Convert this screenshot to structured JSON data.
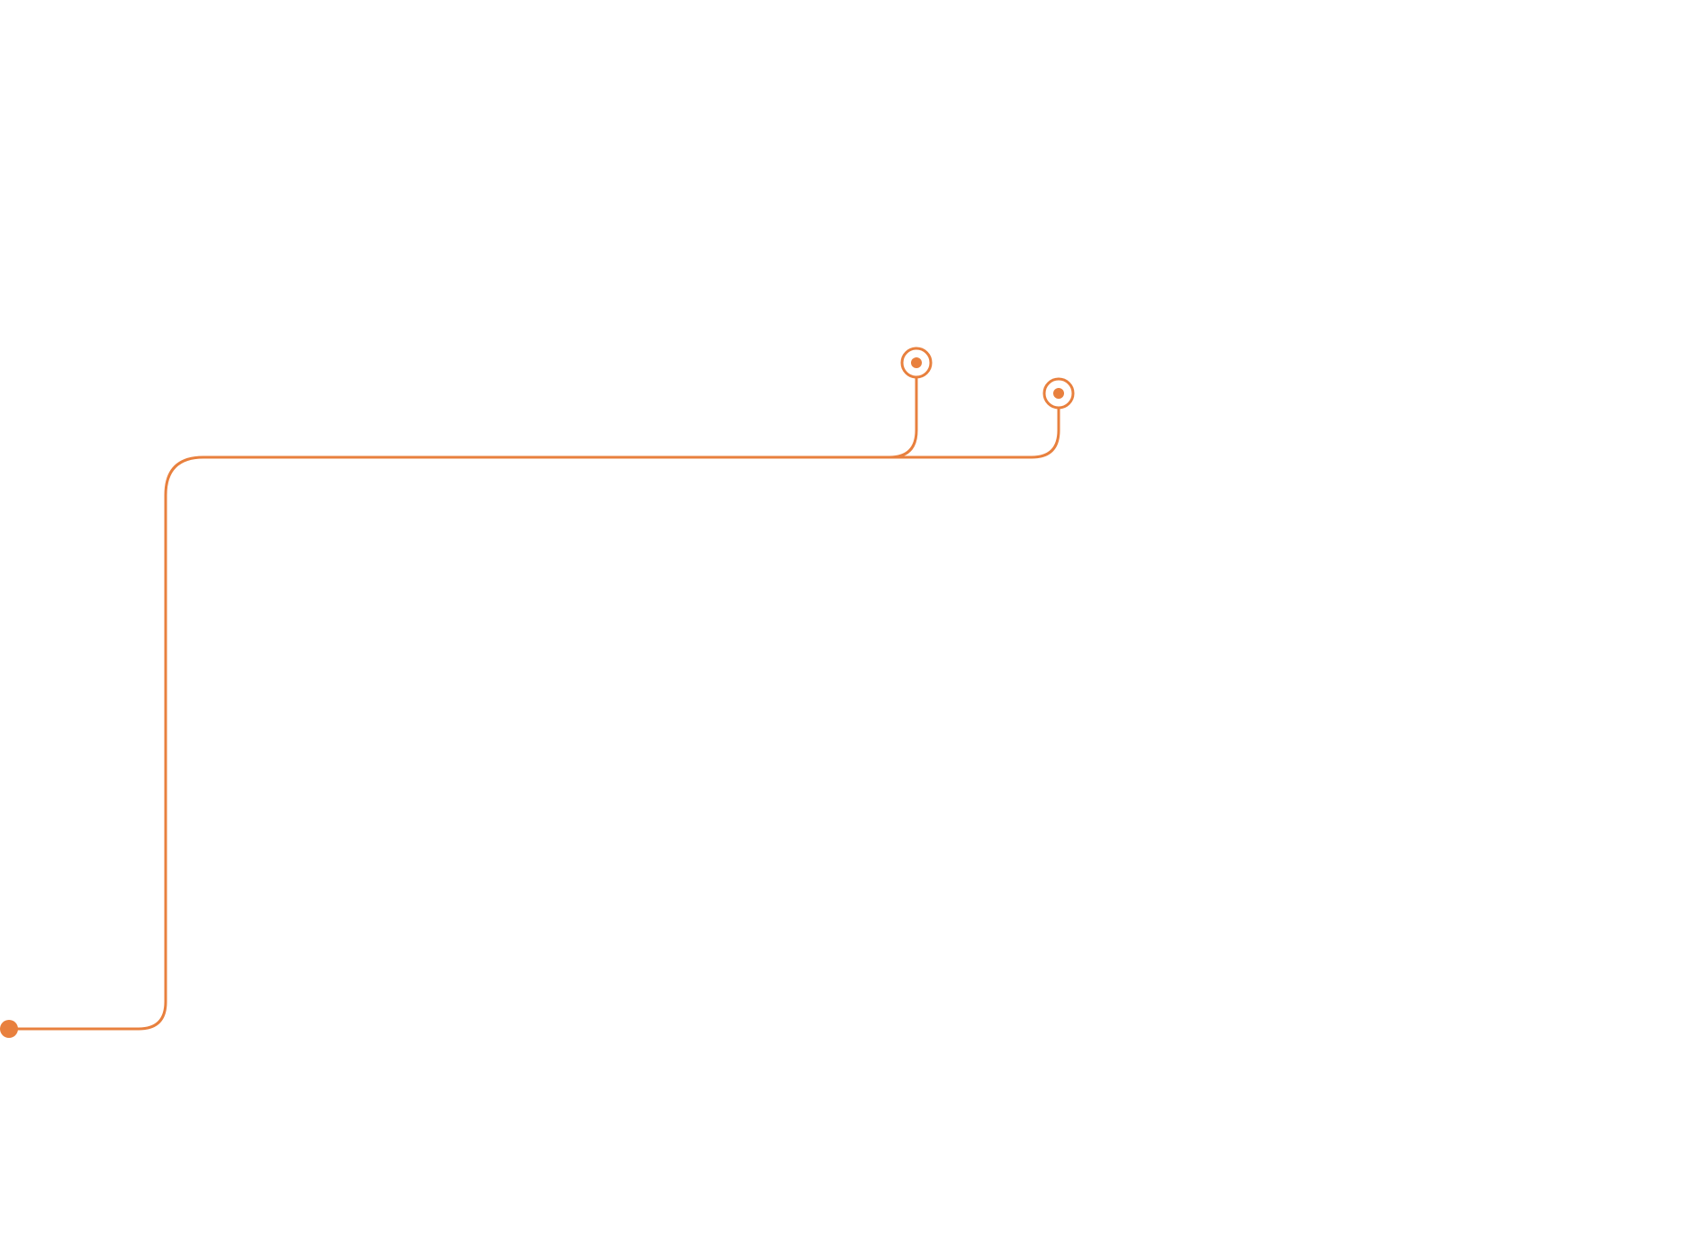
{
  "diagram": {
    "type": "connector-lines",
    "accent_color": "#E8803E",
    "background_color": "#FFFFFF",
    "start_marker": "filled-dot",
    "branch_markers": [
      {
        "name": "branch-a",
        "marker": "target-icon"
      },
      {
        "name": "branch-b",
        "marker": "target-icon"
      }
    ]
  }
}
